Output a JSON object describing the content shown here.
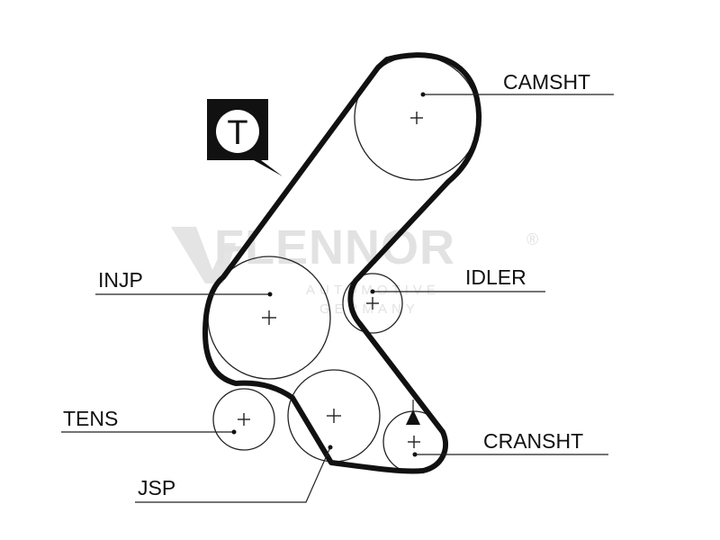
{
  "watermark": {
    "brand": "FLENNOR",
    "registered": "®",
    "tagline_line1": "AUTOMOTIVE",
    "tagline_line2": "GERMANY"
  },
  "tensioner_mark": {
    "letter": "T"
  },
  "labels": {
    "camshaft": "CAMSHT",
    "injection_pump": "INJP",
    "idler": "IDLER",
    "tensioner": "TENS",
    "jackshaft": "JSP",
    "crankshaft": "CRANSHT"
  }
}
